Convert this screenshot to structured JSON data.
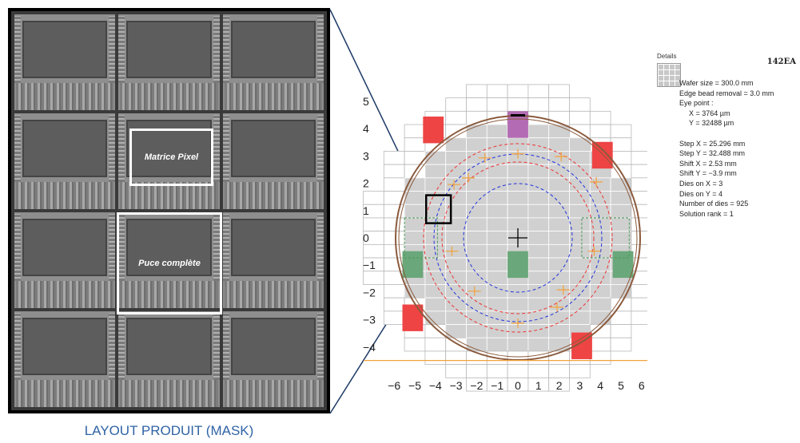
{
  "mask": {
    "caption": "LAYOUT PRODUIT (MASK)",
    "label_pixel_matrix": "Matrice Pixel",
    "label_full_chip": "Puce complète",
    "dies_x": 3,
    "dies_y": 4
  },
  "wafer": {
    "x_ticks": [
      "−6",
      "−5",
      "−4",
      "−3",
      "−2",
      "−1",
      "0",
      "1",
      "2",
      "3",
      "4",
      "5",
      "6"
    ],
    "y_ticks": [
      "5",
      "4",
      "3",
      "2",
      "1",
      "0",
      "−1",
      "−2",
      "−3",
      "−4"
    ],
    "colors": {
      "die_fill": "#d0d0d0",
      "red": "#ee4444",
      "green": "#6aa77a",
      "purple": "#b36cb3",
      "ring": "#8b5a3c",
      "red_circle": "#ee3333",
      "blue_circle": "#2233dd"
    }
  },
  "details": {
    "label": "Details",
    "title": "142EA",
    "lines": [
      "Wafer size = 300.0 mm",
      "Edge bead removal = 3.0 mm",
      "Eye point :",
      "X = 3764 µm",
      "Y = 32488 µm",
      "",
      "Step X = 25.296 mm",
      "Step Y = 32.488 mm",
      "Shift X = 2.53 mm",
      "Shift Y = −3.9 mm",
      "Dies on X = 3",
      "Dies on Y = 4",
      "Number of dies = 925",
      "Solution rank = 1"
    ]
  }
}
